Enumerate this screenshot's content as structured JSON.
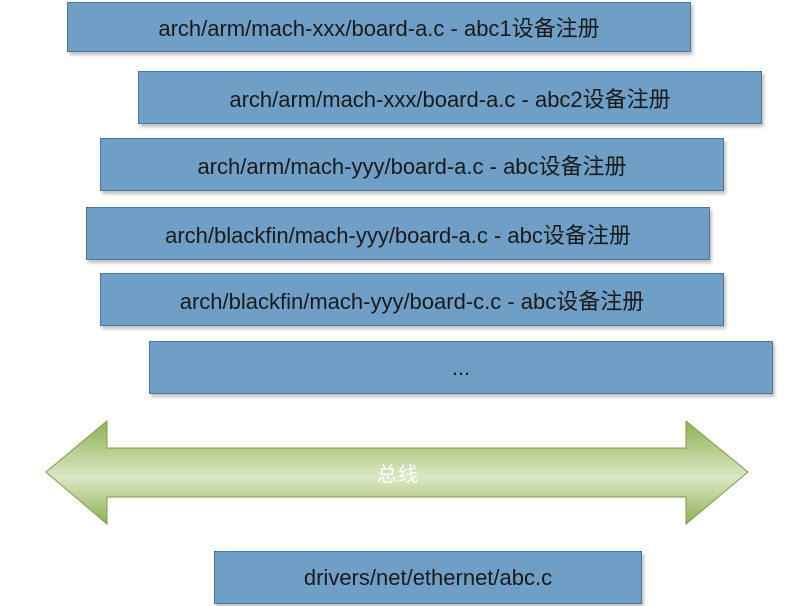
{
  "diagram": {
    "boxes": [
      "arch/arm/mach-xxx/board-a.c - abc1设备注册",
      "arch/arm/mach-xxx/board-a.c - abc2设备注册",
      "arch/arm/mach-yyy/board-a.c - abc设备注册",
      "arch/blackfin/mach-yyy/board-a.c - abc设备注册",
      "arch/blackfin/mach-yyy/board-c.c - abc设备注册",
      "..."
    ],
    "bus_label": "总线",
    "driver_box": "drivers/net/ethernet/abc.c"
  },
  "colors": {
    "box_fill": "#6f9fc6",
    "box_border": "#50759a",
    "arrow_fill": "#8fb055",
    "arrow_highlight": "#dbe8c4"
  }
}
